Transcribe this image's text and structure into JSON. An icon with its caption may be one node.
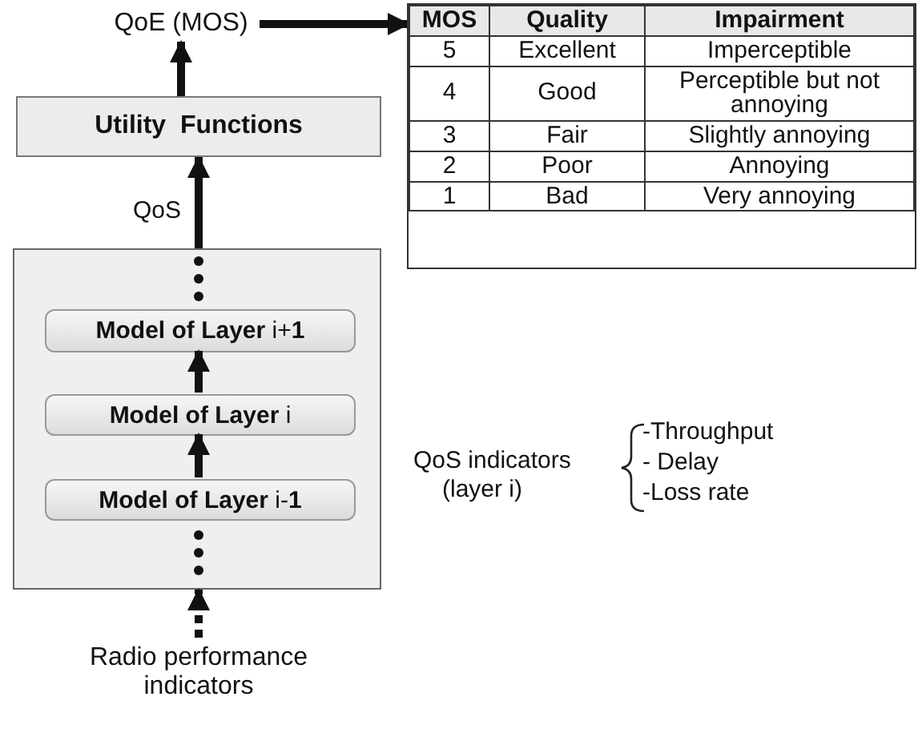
{
  "diagram": {
    "nodes": [
      {
        "text": [
          "QoE (MOS)"
        ]
      },
      {
        "text": [],
        "shape": "box"
      },
      {
        "text": [
          "Utility  Functions"
        ]
      },
      {
        "text": [],
        "shape": "box"
      },
      {
        "text": [
          "**Model of Layer** i+**1**"
        ],
        "in": 3
      },
      {
        "text": [
          "**Model of Layer** i"
        ],
        "in": 3
      },
      {
        "text": [
          "**Model of Layer** i-**1**"
        ],
        "in": 3
      },
      {
        "text": [
          "Radio performance indicators"
        ]
      }
    ],
    "edges": [
      {
        "from": 0,
        "to": 1,
        "arrow": "to"
      },
      {
        "from": 2,
        "to": 0,
        "arrow": "to"
      },
      {
        "from": 3,
        "to": 2,
        "arrow": "to",
        "label": "QoS"
      },
      {
        "from": 6,
        "to": 5,
        "arrow": "to"
      },
      {
        "from": 5,
        "to": 4,
        "arrow": "to"
      },
      {
        "from": 7,
        "to": 3,
        "arrow": "to",
        "style": "dashed"
      }
    ],
    "labels": [
      "MOS",
      "Quality",
      "Impairment",
      "5",
      "Excellent",
      "Imperceptible",
      "4",
      "Good",
      "Perceptible but not annoying",
      "3",
      "Fair",
      "Slightly annoying",
      "2",
      "Poor",
      "Annoying",
      "1",
      "Bad",
      "Very annoying",
      "QoS indicators",
      "(layer i)",
      "-Throughput",
      "- Delay",
      "-Loss rate"
    ]
  }
}
